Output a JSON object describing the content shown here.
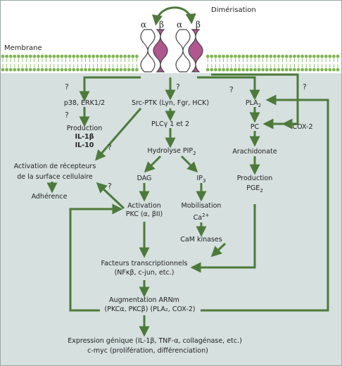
{
  "dimerisation": "Dimérisation",
  "membrane": "Membrane",
  "receptor_subunits": [
    "α",
    "β",
    "α",
    "β"
  ],
  "question_mark": "?",
  "nodes": {
    "p38": "p38, ERK1/2",
    "production_left": [
      "Production",
      "IL-1β",
      "IL-10"
    ],
    "src_ptk": "Src-PTK (Lyn, Fgr, HCK)",
    "pla2": "PLA",
    "pla2_sub": "2",
    "pc": "PC",
    "cox2": "COX-2",
    "plcg": "PLCγ 1 et 2",
    "activation_recepteurs": [
      "Activation de récepteurs",
      "de la surface cellulaire"
    ],
    "hydrolyse": "Hydrolyse PIP",
    "hydrolyse_sub": "2",
    "arachidonate": "Arachidonate",
    "dag": "DAG",
    "ip3": "IP",
    "ip3_sub": "3",
    "adherence": "Adhérence",
    "production_right": "Production",
    "pge2": "PGE",
    "pge2_sub": "2",
    "activation_pkc": [
      "Activation",
      "PKC (α, βII)"
    ],
    "mobilisation": "Mobilisation",
    "ca": "Ca",
    "ca_sup": "2+",
    "cam": "CaM kinases",
    "facteurs": [
      "Facteurs transcriptionnels",
      "(NFκβ, c-jun, etc.)"
    ],
    "augmentation": [
      "Augmentation ARNm",
      "(PKCα, PKCβ) (PLA₂, COX-2)"
    ],
    "expression": [
      "Expression génique (IL-1β, TNF-α, collagénase, etc.)",
      "c-myc (prolifération, différenciation)"
    ]
  },
  "colors": {
    "arrow": "#4d7a3a",
    "membrane_green": "#7fb552",
    "cytoplasm": "#d5e0df",
    "receptor_beta": "#b0578f"
  }
}
